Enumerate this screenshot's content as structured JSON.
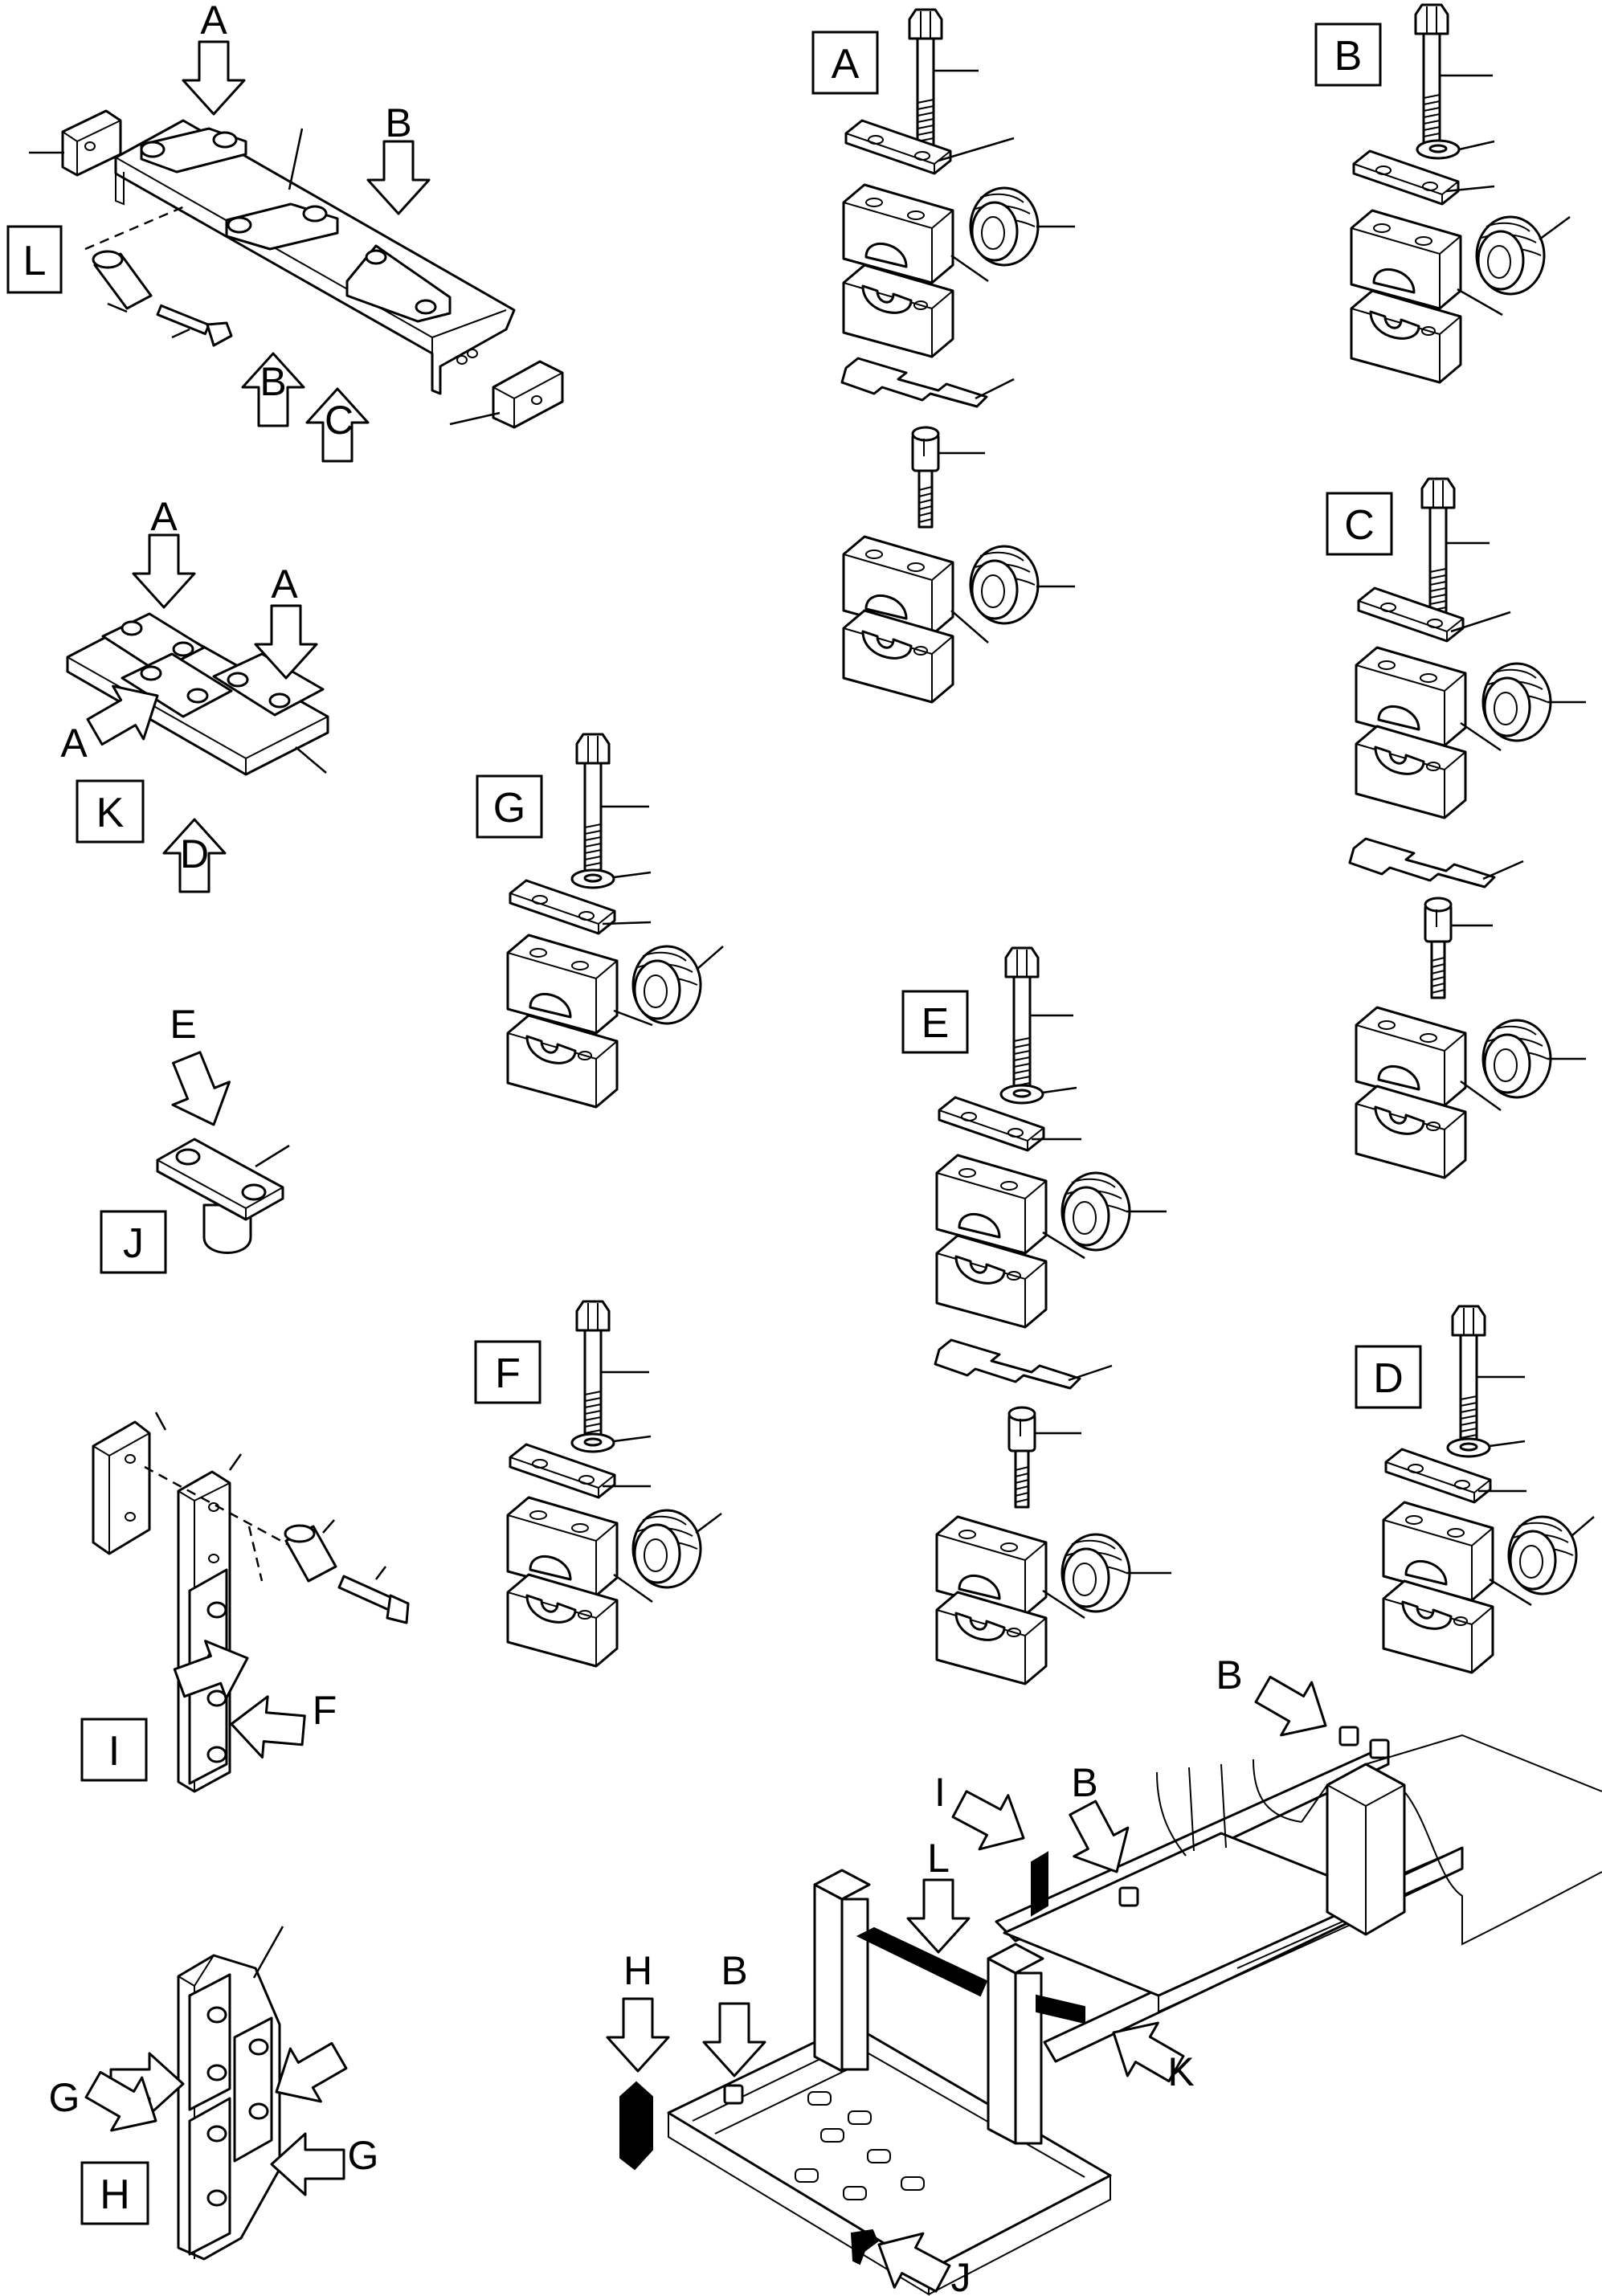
{
  "detail_boxes": {
    "A": "A",
    "B": "B",
    "C": "C",
    "D": "D",
    "E": "E",
    "F": "F",
    "G": "G",
    "H": "H",
    "I": "I",
    "J": "J",
    "K": "K",
    "L": "L"
  },
  "arrow_labels": {
    "l_a": "A",
    "l_b_top": "B",
    "l_b_bottom": "B",
    "l_c": "C",
    "k_a1": "A",
    "k_a2": "A",
    "k_a3": "A",
    "k_d": "D",
    "j_e": "E",
    "i_f": "F",
    "h_g1": "G",
    "h_g2": "G",
    "frame_b1": "B",
    "frame_b2": "B",
    "frame_b3": "B",
    "frame_i": "I",
    "frame_l": "L",
    "frame_h": "H",
    "frame_k": "K",
    "frame_j": "J"
  },
  "icons": [
    "arrow-icon",
    "bolt-icon",
    "washer-icon",
    "clamp-half-icon",
    "grommet-icon",
    "plate-icon",
    "spacer-icon"
  ]
}
